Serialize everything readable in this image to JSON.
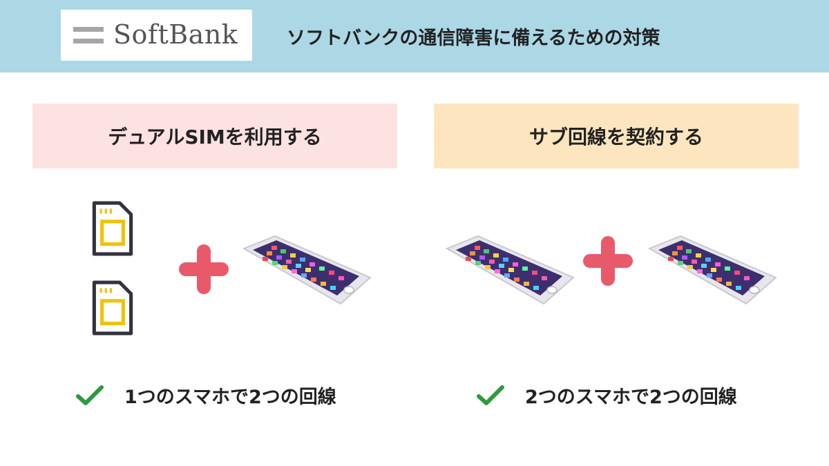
{
  "header": {
    "logo_text": "SoftBank",
    "title": "ソフトバンクの通信障害に備えるための対策"
  },
  "left": {
    "panel_label": "デュアルSIMを利用する",
    "bullet_text": "1つのスマホで2つの回線"
  },
  "right": {
    "panel_label": "サブ回線を契約する",
    "bullet_text": "2つのスマホで2つの回線"
  },
  "colors": {
    "header_bg": "#acd8e6",
    "left_panel_bg": "#fde2e2",
    "right_panel_bg": "#fde6bf",
    "plus_color": "#e85a6a",
    "check_color": "#2e9a3e",
    "sim_chip_color": "#f2c200"
  },
  "icons": [
    "sim-card-icon",
    "plus-icon",
    "smartphone-icon",
    "checkmark-icon"
  ]
}
